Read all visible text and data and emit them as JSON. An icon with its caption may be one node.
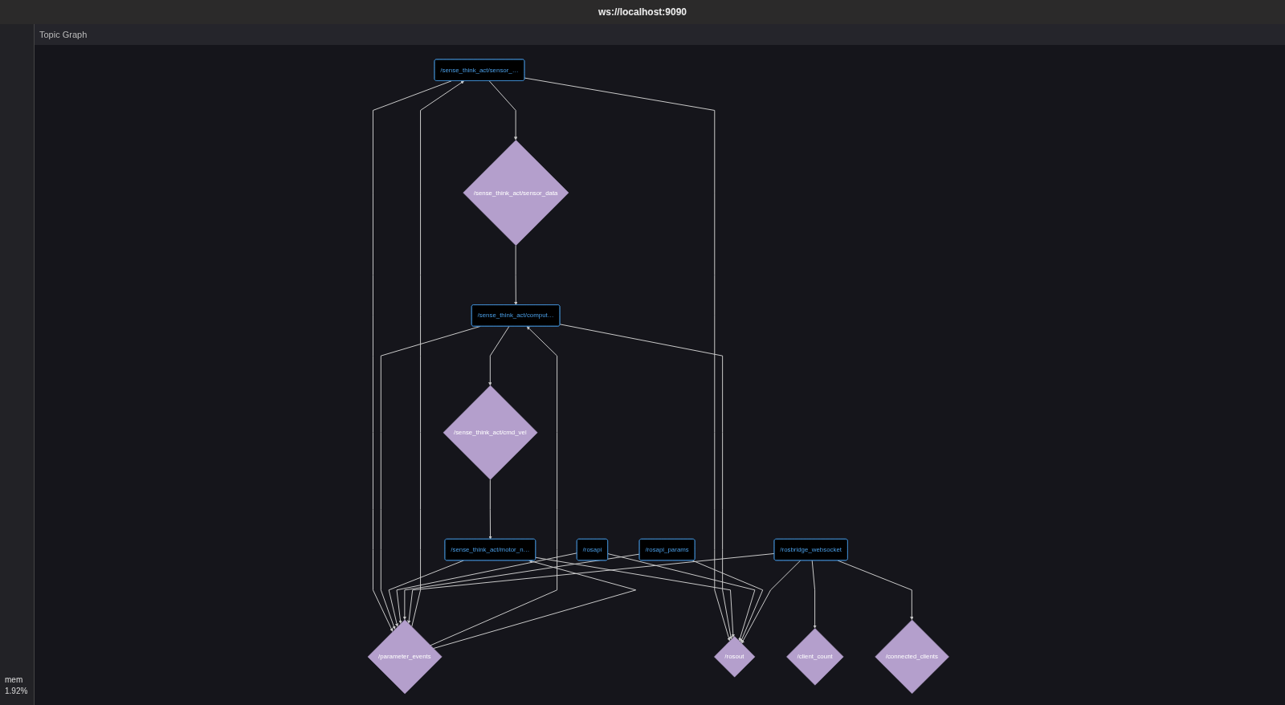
{
  "diagram": {
    "title": "Topic Graph",
    "nodes": [
      {
        "text": [
          "/sense_think_act/sensor_…"
        ]
      },
      {
        "text": [
          "/sense_think_act/sensor_data"
        ]
      },
      {
        "text": [
          "/sense_think_act/comput…"
        ]
      },
      {
        "text": [
          "/sense_think_act/cmd_vel"
        ]
      },
      {
        "text": [
          "/sense_think_act/motor_n…"
        ]
      },
      {
        "text": [
          "/rosapi"
        ]
      },
      {
        "text": [
          "/rosapi_params"
        ]
      },
      {
        "text": [
          "/rosbridge_websocket"
        ]
      },
      {
        "text": [
          "/parameter_events"
        ]
      },
      {
        "text": [
          "/rosout"
        ]
      },
      {
        "text": [
          "/client_count"
        ]
      },
      {
        "text": [
          "/connected_clients"
        ]
      }
    ],
    "edges": [
      {
        "from": 0,
        "to": 1,
        "arrow": "to"
      },
      {
        "from": 1,
        "to": 2,
        "arrow": "to"
      },
      {
        "from": 2,
        "to": 3,
        "arrow": "to"
      },
      {
        "from": 3,
        "to": 4,
        "arrow": "to"
      },
      {
        "from": 0,
        "to": 8,
        "arrow": "to"
      },
      {
        "from": 8,
        "to": 0,
        "arrow": "to"
      },
      {
        "from": 0,
        "to": 9,
        "arrow": "to"
      },
      {
        "from": 2,
        "to": 8,
        "arrow": "to"
      },
      {
        "from": 8,
        "to": 2,
        "arrow": "to"
      },
      {
        "from": 2,
        "to": 9,
        "arrow": "to"
      },
      {
        "from": 4,
        "to": 8,
        "arrow": "to"
      },
      {
        "from": 8,
        "to": 4,
        "arrow": "to"
      },
      {
        "from": 4,
        "to": 9,
        "arrow": "to"
      },
      {
        "from": 5,
        "to": 8,
        "arrow": "to"
      },
      {
        "from": 5,
        "to": 9,
        "arrow": "to"
      },
      {
        "from": 6,
        "to": 8,
        "arrow": "to"
      },
      {
        "from": 6,
        "to": 9,
        "arrow": "to"
      },
      {
        "from": 7,
        "to": 8,
        "arrow": "to"
      },
      {
        "from": 7,
        "to": 9,
        "arrow": "to"
      },
      {
        "from": 7,
        "to": 10,
        "arrow": "to"
      },
      {
        "from": 7,
        "to": 11,
        "arrow": "to"
      }
    ],
    "labels": [
      "ws://localhost:9090",
      "mem",
      "1.92%"
    ]
  }
}
